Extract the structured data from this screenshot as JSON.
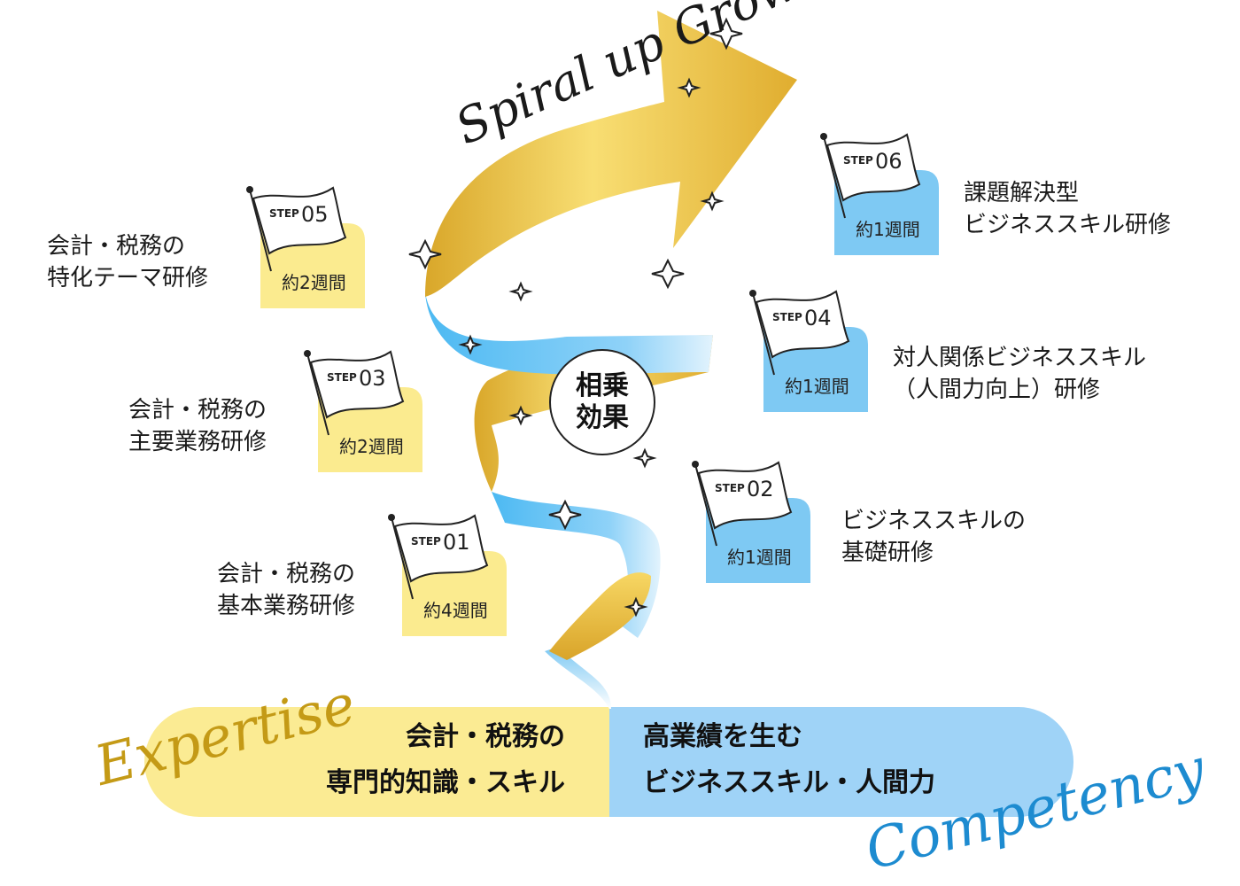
{
  "title": "Spiral up Growth",
  "center": {
    "line1": "相乗",
    "line2": "効果"
  },
  "steps": [
    {
      "step": "STEP",
      "num": "01",
      "duration": "約4週間",
      "label1": "会計・税務の",
      "label2": "基本業務研修",
      "theme": "expertise"
    },
    {
      "step": "STEP",
      "num": "02",
      "duration": "約1週間",
      "label1": "ビジネススキルの",
      "label2": "基礎研修",
      "theme": "competency"
    },
    {
      "step": "STEP",
      "num": "03",
      "duration": "約2週間",
      "label1": "会計・税務の",
      "label2": "主要業務研修",
      "theme": "expertise"
    },
    {
      "step": "STEP",
      "num": "04",
      "duration": "約1週間",
      "label1": "対人関係ビジネススキル",
      "label2": "（人間力向上）研修",
      "theme": "competency"
    },
    {
      "step": "STEP",
      "num": "05",
      "duration": "約2週間",
      "label1": "会計・税務の",
      "label2": "特化テーマ研修",
      "theme": "expertise"
    },
    {
      "step": "STEP",
      "num": "06",
      "duration": "約1週間",
      "label1": "課題解決型",
      "label2": "ビジネススキル研修",
      "theme": "competency"
    }
  ],
  "bottom": {
    "left_line1": "会計・税務の",
    "left_line2": "専門的知識・スキル",
    "right_line1": "高業績を生む",
    "right_line2": "ビジネススキル・人間力",
    "expertise": "Expertise",
    "competency": "Competency"
  },
  "colors": {
    "gold": "#e6b93a",
    "gold_light": "#f6dc77",
    "yellow_box": "#fbeb8f",
    "blue": "#64c4f5",
    "blue_light": "#a8dcf8",
    "blue_box": "#7ec9f3",
    "bar_yellow": "#fbeb93",
    "bar_blue": "#9fd3f7",
    "script_gold": "#c49a16",
    "script_blue": "#1d8bd0"
  }
}
